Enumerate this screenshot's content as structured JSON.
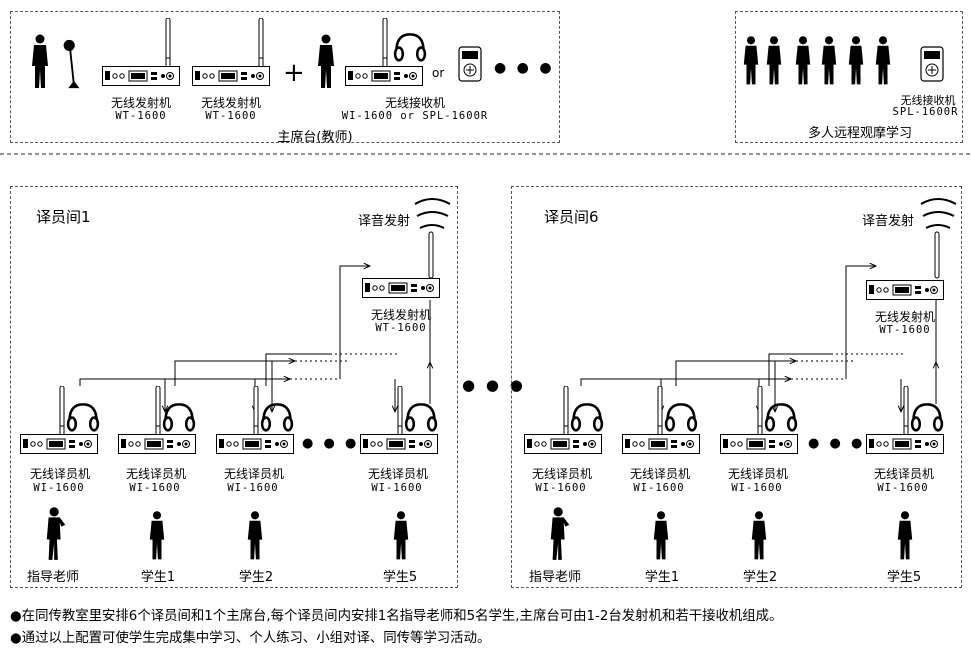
{
  "main_station": {
    "transmitter_name": "无线发射机",
    "transmitter_model": "WT-1600",
    "plus": "+",
    "or": "or",
    "ellipsis": "● ● ●",
    "receiver_name": "无线接收机",
    "receiver_model": "WI-1600 or SPL-1600R",
    "caption": "主席台(教师)"
  },
  "remote_group": {
    "receiver_name": "无线接收机",
    "receiver_model": "SPL-1600R",
    "caption": "多人远程观摩学习"
  },
  "booths": [
    {
      "title": "译员间1",
      "broadcast_label": "译音发射",
      "transmitter_name": "无线发射机",
      "transmitter_model": "WT-1600",
      "units": [
        {
          "name": "无线译员机",
          "model": "WI-1600",
          "person": "指导老师"
        },
        {
          "name": "无线译员机",
          "model": "WI-1600",
          "person": "学生1"
        },
        {
          "name": "无线译员机",
          "model": "WI-1600",
          "person": "学生2"
        },
        {
          "name": "无线译员机",
          "model": "WI-1600",
          "person": "学生5"
        }
      ]
    },
    {
      "title": "译员间6",
      "broadcast_label": "译音发射",
      "transmitter_name": "无线发射机",
      "transmitter_model": "WT-1600",
      "units": [
        {
          "name": "无线译员机",
          "model": "WI-1600",
          "person": "指导老师"
        },
        {
          "name": "无线译员机",
          "model": "WI-1600",
          "person": "学生1"
        },
        {
          "name": "无线译员机",
          "model": "WI-1600",
          "person": "学生2"
        },
        {
          "name": "无线译员机",
          "model": "WI-1600",
          "person": "学生5"
        }
      ]
    }
  ],
  "notes": [
    "●在同传教室里安排6个译员间和1个主席台,每个译员间内安排1名指导老师和5名学生,主席台可由1-2台发射机和若干接收机组成。",
    "●通过以上配置可使学生完成集中学习、个人练习、小组对译、同传等学习活动。"
  ]
}
